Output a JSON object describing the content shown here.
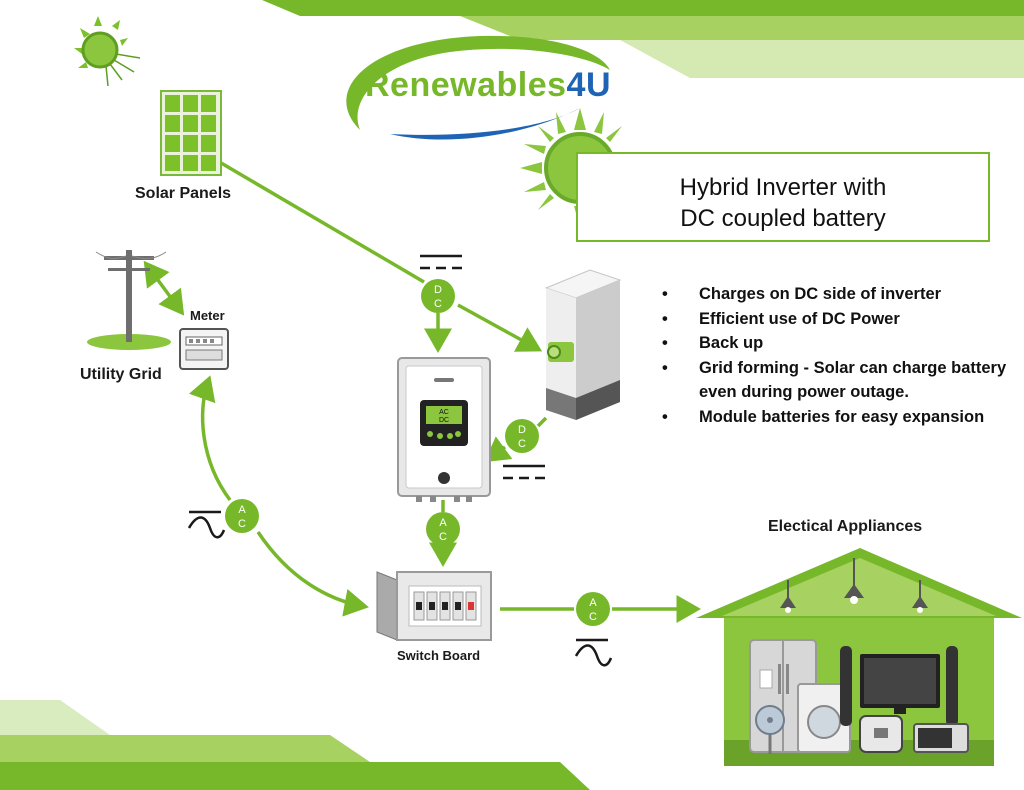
{
  "logo": {
    "name_main": "Renewables",
    "name_accent": "4U"
  },
  "title": {
    "line1": "Hybrid Inverter with",
    "line2": "DC coupled battery"
  },
  "labels": {
    "solar_panels": "Solar Panels",
    "utility_grid": "Utility Grid",
    "meter": "Meter",
    "switch_board": "Switch Board",
    "electrical_appliances": "Electical Appliances"
  },
  "connectors": {
    "dc_top": {
      "line1": "D",
      "line2": "C"
    },
    "dc_battery": {
      "line1": "D",
      "line2": "C"
    },
    "ac_inverter": {
      "line1": "A",
      "line2": "C"
    },
    "ac_grid": {
      "line1": "A",
      "line2": "C"
    },
    "ac_house": {
      "line1": "A",
      "line2": "C"
    }
  },
  "inverter_display": {
    "line1": "AC",
    "line2": "DC"
  },
  "features": [
    "Charges on DC side of inverter",
    "Efficient use of DC Power",
    "Back up",
    "Grid forming - Solar can charge battery even during power outage.",
    "Module batteries for easy expansion"
  ],
  "colors": {
    "green": "#76b82a",
    "dark_green": "#4e8a1c",
    "light_green": "#c5e09a",
    "blue": "#1f64b4"
  },
  "icons": [
    "sun-icon",
    "solar-panel-icon",
    "utility-pole-icon",
    "meter-icon",
    "inverter-icon",
    "battery-icon",
    "switch-board-icon",
    "house-icon"
  ]
}
